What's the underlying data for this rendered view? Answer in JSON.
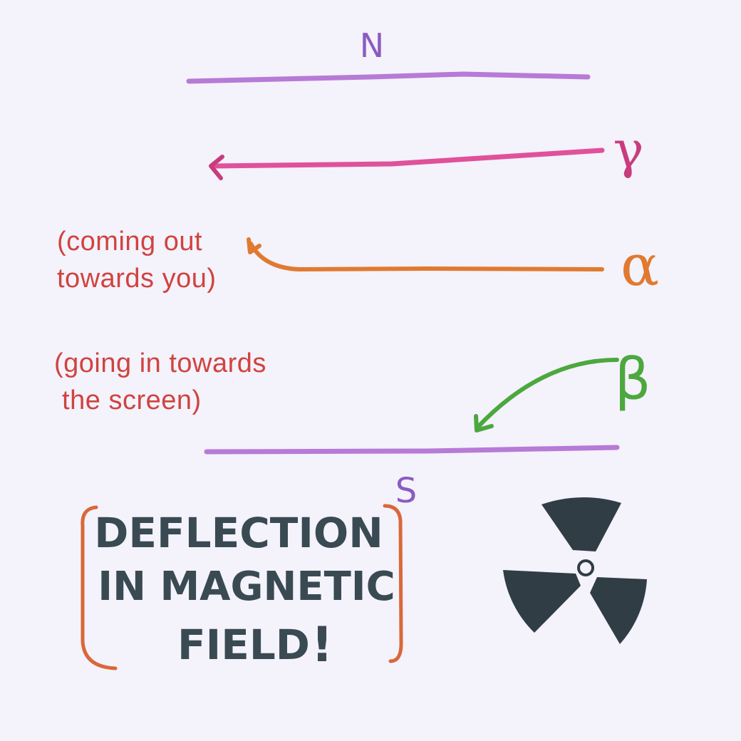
{
  "poles": {
    "north": "N",
    "south": "S"
  },
  "rays": [
    {
      "symbol": "γ",
      "color": "#c83c7e"
    },
    {
      "symbol": "α",
      "color": "#e07a30"
    },
    {
      "symbol": "β",
      "color": "#4ca83e"
    }
  ],
  "notes": {
    "alpha": [
      "(coming out",
      "towards you)"
    ],
    "beta": [
      "(going in towards",
      " the screen)"
    ]
  },
  "title": {
    "lines": [
      "DEFLECTION",
      "IN MAGNETIC",
      "FIELD"
    ],
    "exclamation": "!"
  },
  "colors": {
    "plate": "#b77ad6",
    "note_text": "#d0433f",
    "bracket": "#d9683a",
    "title_ink": "#3a4a52",
    "hazard_symbol": "#303d45",
    "background": "#f4f2fb"
  },
  "icons": {
    "radiation": "radiation-trefoil-icon"
  }
}
